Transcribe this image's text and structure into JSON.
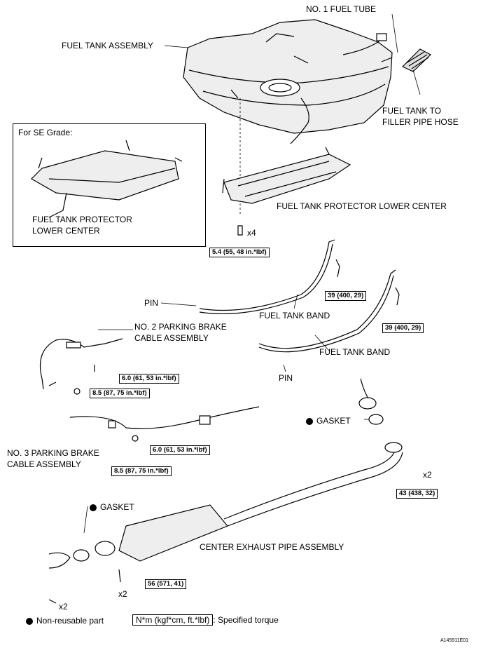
{
  "labels": {
    "no1_fuel_tube": "NO. 1 FUEL TUBE",
    "fuel_tank_assembly": "FUEL TANK ASSEMBLY",
    "filler_hose_1": "FUEL TANK TO",
    "filler_hose_2": "FILLER PIPE HOSE",
    "se_grade": "For SE Grade:",
    "inset_protector_1": "FUEL TANK PROTECTOR",
    "inset_protector_2": "LOWER CENTER",
    "protector_lower_center": "FUEL TANK PROTECTOR LOWER CENTER",
    "x4": "x4",
    "pin_top": "PIN",
    "fuel_tank_band_1": "FUEL TANK BAND",
    "fuel_tank_band_2": "FUEL TANK BAND",
    "pin_bottom": "PIN",
    "no2_cable_1": "NO. 2 PARKING BRAKE",
    "no2_cable_2": "CABLE ASSEMBLY",
    "gasket_right": "GASKET",
    "x2_right": "x2",
    "no3_cable_1": "NO. 3 PARKING BRAKE",
    "no3_cable_2": "CABLE ASSEMBLY",
    "gasket_left": "GASKET",
    "center_exhaust": "CENTER EXHAUST PIPE ASSEMBLY",
    "x2_mid": "x2",
    "x2_left": "x2"
  },
  "torques": {
    "t1": "5.4 (55, 48 in.*lbf)",
    "t2": "39 (400, 29)",
    "t3": "39 (400, 29)",
    "t4": "6.0 (61, 53 in.*lbf)",
    "t5": "8.5 (87, 75 in.*lbf)",
    "t6": "6.0 (61, 53 in.*lbf)",
    "t7": "8.5 (87, 75 in.*lbf)",
    "t8": "43 (438, 32)",
    "t9": "56 (571, 41)"
  },
  "legend": {
    "non_reusable": "Non-reusable part",
    "torque_units": "N*m (kgf*cm, ft.*lbf)",
    "specified_torque": ": Specified torque"
  },
  "figure_ref": "A145911E01"
}
